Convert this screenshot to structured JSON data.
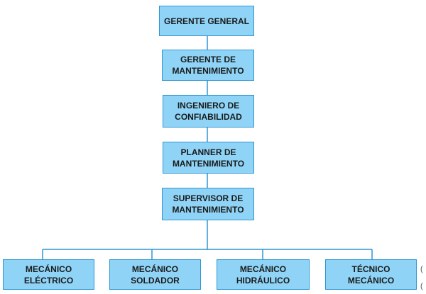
{
  "chart": {
    "nodes": {
      "general": "GERENTE GENERAL",
      "gerente_mant": "GERENTE DE\nMANTENIMIENTO",
      "ingeniero": "INGENIERO DE\nCONFIABILIDAD",
      "planner": "PLANNER DE\nMANTENIMIENTO",
      "supervisor": "SUPERVISOR DE\nMANTENIMIENTO",
      "electrico": "MECÁNICO\nELÉCTRICO",
      "soldador": "MECÁNICO\nSOLDADOR",
      "hidraulico": "MECÁNICO\nHIDRÁULICO",
      "tecnico": "TÉCNICO\nMECÁNICO"
    },
    "box_color": "#8fd4f7",
    "border_color": "#2f96d2",
    "line_color": "#2f96d2"
  },
  "edge_fragments": [
    "(",
    "("
  ]
}
